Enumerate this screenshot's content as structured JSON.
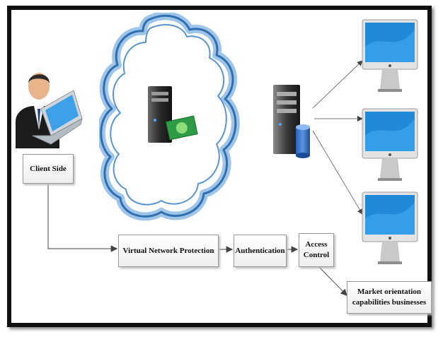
{
  "labels": {
    "client_side": "Client Side",
    "virtual_network_protection": "Virtual Network Protection",
    "authentication": "Authentication",
    "access_control_line1": "Access",
    "access_control_line2": "Control",
    "market_line1": "Market orientation",
    "market_line2": "capabilities businesses"
  },
  "icons": {
    "user": "user-laptop-icon",
    "cloud": "cloud-icon",
    "cloud_server": "server-with-money-icon",
    "database_server": "server-database-icon",
    "monitors": [
      "desktop-monitor-icon",
      "desktop-monitor-icon",
      "desktop-monitor-icon"
    ]
  },
  "colors": {
    "cloud_outline": "#2f6fb0",
    "screen_blue": "#1f8ad8",
    "box_border": "#9a9a9a"
  }
}
